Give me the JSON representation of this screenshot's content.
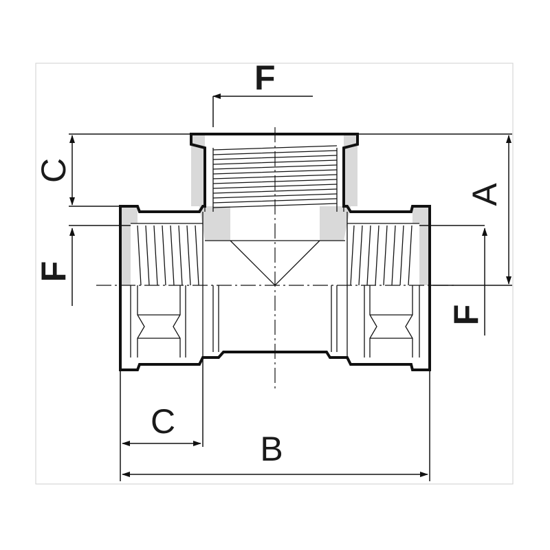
{
  "labels": {
    "top_f": "F",
    "left_f": "F",
    "right_f": "F",
    "left_c": "C",
    "bottom_c": "C",
    "right_a": "A",
    "bottom_b": "B"
  },
  "colors": {
    "line": "#111111",
    "shade": "#d9d9d9",
    "background": "#ffffff"
  }
}
